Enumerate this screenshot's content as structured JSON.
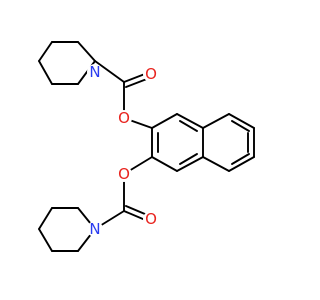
{
  "molecule": {
    "atoms": [
      {
        "id": "n1",
        "symbol": "N",
        "color": "#2a3cf0"
      },
      {
        "id": "o_carbonyl_1",
        "symbol": "O",
        "color": "#e8231e"
      },
      {
        "id": "o_ester_1",
        "symbol": "O",
        "color": "#e8231e"
      },
      {
        "id": "o_ester_2",
        "symbol": "O",
        "color": "#e8231e"
      },
      {
        "id": "n2",
        "symbol": "N",
        "color": "#2a3cf0"
      },
      {
        "id": "o_carbonyl_2",
        "symbol": "O",
        "color": "#e8231e"
      }
    ],
    "bond_color": "#000000"
  }
}
